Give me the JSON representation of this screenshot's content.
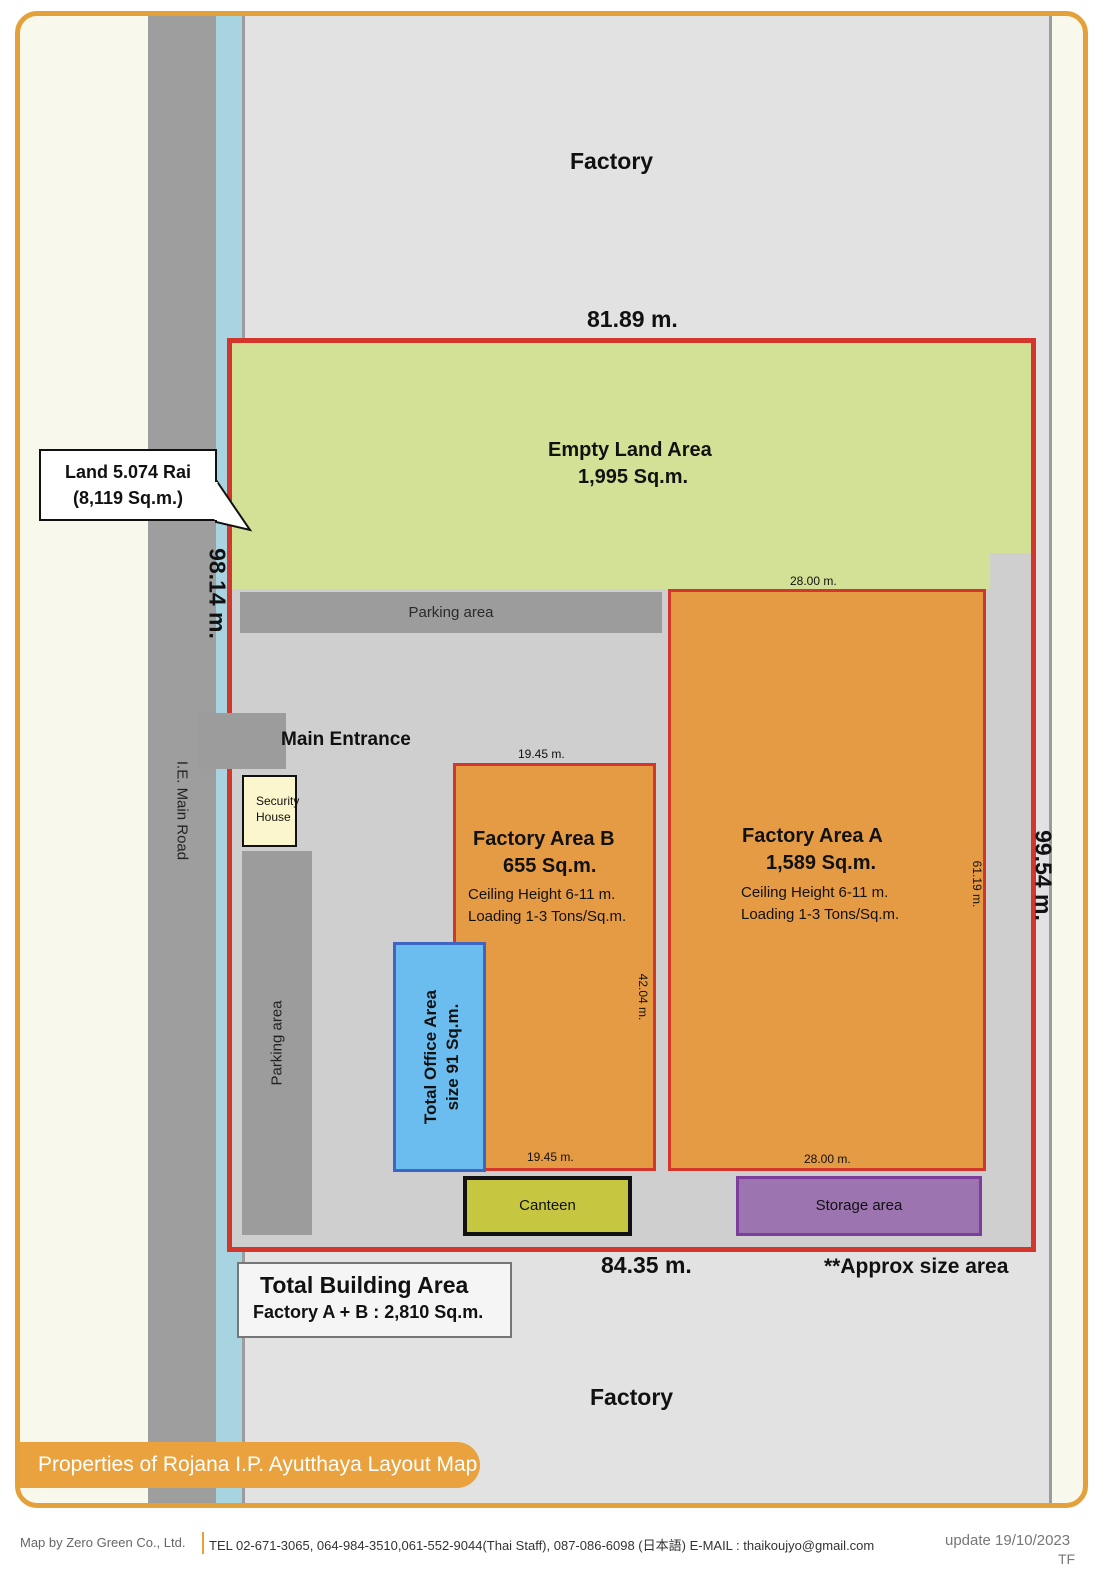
{
  "map": {
    "title": "Properties of Rojana I.P. Ayutthaya Layout Map",
    "road_label": "I.E. Main Road",
    "neighbor_top": "Factory",
    "neighbor_bottom": "Factory",
    "land_callout": {
      "line1": "Land 5.074 Rai",
      "line2": "(8,119 Sq.m.)"
    },
    "dimensions": {
      "top": "81.89 m.",
      "bottom": "84.35 m.",
      "left": "98.14 m.",
      "right": "99.54 m."
    },
    "empty_land": {
      "label": "Empty Land Area",
      "size": "1,995 Sq.m."
    },
    "parking_top": "Parking area",
    "parking_left": "Parking area",
    "main_entrance": "Main Entrance",
    "security_house": {
      "line1": "Security",
      "line2": "House"
    },
    "factory_b": {
      "title": "Factory Area B",
      "size": "655 Sq.m.",
      "ceiling": "Ceiling Height 6-11 m.",
      "loading": "Loading 1-3 Tons/Sq.m.",
      "dim_top": "19.45 m.",
      "dim_bottom": "19.45 m.",
      "dim_side": "42.04 m."
    },
    "factory_a": {
      "title": "Factory Area A",
      "size": "1,589 Sq.m.",
      "ceiling": "Ceiling Height 6-11 m.",
      "loading": "Loading 1-3 Tons/Sq.m.",
      "dim_top": "28.00 m.",
      "dim_bottom": "28.00 m.",
      "dim_side": "61.19 m."
    },
    "office": {
      "line1": "Total Office Area",
      "line2": "size 91 Sq.m."
    },
    "canteen": "Canteen",
    "storage": "Storage area",
    "total_building": {
      "title": "Total Building Area",
      "detail": "Factory A + B : 2,810 Sq.m."
    },
    "approx_note": "**Approx size area",
    "footer": {
      "credit": "Map by Zero Green Co., Ltd.",
      "contact": "TEL 02-671-3065, 064-984-3510,061-552-9044(Thai Staff), 087-086-6098 (日本語) E-MAIL : thaikoujyo@gmail.com",
      "update": "update 19/10/2023",
      "initials": "TF"
    },
    "colors": {
      "frame": "#e4a13a",
      "boundary": "#d3362b",
      "empty_land": "#d3e196",
      "factory": "#e59b44",
      "office": "#6bbdf0",
      "canteen": "#c7c640",
      "storage": "#9b74b0",
      "canal": "#a8d4e2",
      "road": "#9e9e9e"
    }
  }
}
